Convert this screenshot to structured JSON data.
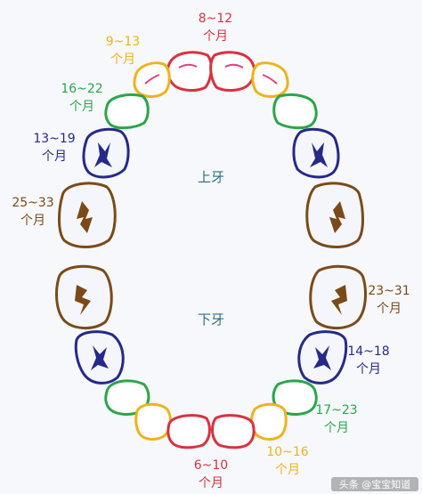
{
  "colors": {
    "incisor_central": "#d8323f",
    "incisor_lateral": "#f0b21c",
    "canine": "#2aa64a",
    "first_molar": "#26298a",
    "second_molar": "#7b4a18",
    "molar_fill": "#f4f6fb",
    "mark_pink": "#e0417c"
  },
  "upper_jaw_label": "上牙",
  "lower_jaw_label": "下牙",
  "labels": {
    "upper_central": {
      "range": "8~12",
      "unit": "个月"
    },
    "upper_lateral": {
      "range": "9~13",
      "unit": "个月"
    },
    "upper_canine": {
      "range": "16~22",
      "unit": "个月"
    },
    "upper_first_molar": {
      "range": "13~19",
      "unit": "个月"
    },
    "upper_second_molar": {
      "range": "25~33",
      "unit": "个月"
    },
    "lower_second_molar": {
      "range": "23~31",
      "unit": "个月"
    },
    "lower_first_molar": {
      "range": "14~18",
      "unit": "个月"
    },
    "lower_canine": {
      "range": "17~23",
      "unit": "个月"
    },
    "lower_lateral": {
      "range": "10~16",
      "unit": "个月"
    },
    "lower_central": {
      "range": "6~10",
      "unit": "个月"
    }
  },
  "watermark": "头条 @宝宝知道"
}
